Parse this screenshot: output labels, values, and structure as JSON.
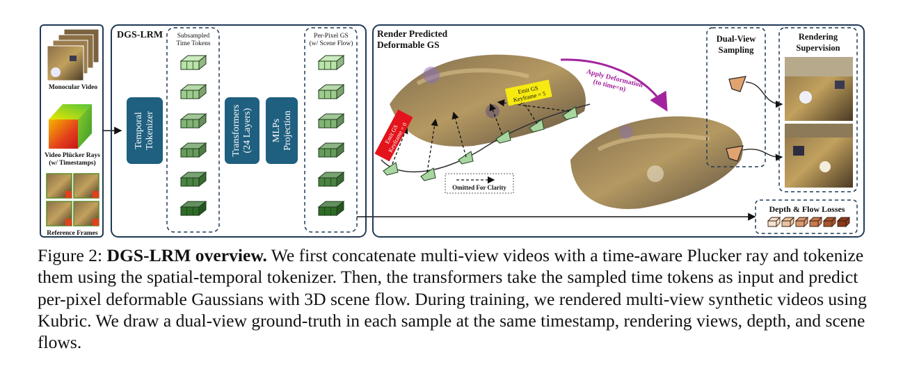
{
  "figure": {
    "input_panel": {
      "monocular_video_label": "Monocular Video",
      "plucker_label_line1": "Video Plücker Rays",
      "plucker_label_line2": "(w/ Timestamps)",
      "reference_frames_label": "Reference Frames"
    },
    "dgs_lrm_panel": {
      "title": "DGS-LRM",
      "subsampled_label_line1": "Subsampled",
      "subsampled_label_line2": "Time Tokens",
      "tokenizer_line1": "Temporal",
      "tokenizer_line2": "Tokenizer",
      "transformer_line1": "Transformers",
      "transformer_line2": "(24 Layers)",
      "mlp_line1": "MLPs",
      "mlp_line2": "Projection",
      "per_pixel_label_line1": "Per-Pixel GS",
      "per_pixel_label_line2": "(w/ Scene Flow)"
    },
    "render_panel": {
      "title_line1": "Render Predicted",
      "title_line2": "Deformable GS",
      "apply_deformation_line1": "Apply Deformation",
      "apply_deformation_line2": "(to time=n)",
      "emit_yellow_line1": "Emit GS",
      "emit_yellow_line2": "Keyframe = 5",
      "emit_red_line1": "Emit GS",
      "emit_red_line2": "Keyframe = 0",
      "omitted_label": "Omitted For Clarity",
      "dual_view_line1": "Dual-View",
      "dual_view_line2": "Sampling",
      "rendering_line1": "Rendering",
      "rendering_line2": "Supervision",
      "losses_label": "Depth & Flow Losses"
    },
    "colors": {
      "panel_border": "#1f3a56",
      "process_box": "#1f5f7f",
      "token_light": "#b9e3a8",
      "token_dark": "#2e6b28",
      "deformation_arrow": "#a3239e",
      "emit_red": "#e3141b",
      "emit_yellow": "#f7ea10"
    }
  },
  "caption": {
    "prefix": "Figure 2: ",
    "bold": "DGS-LRM overview.",
    "body": " We first concatenate multi-view videos with a time-aware Plucker ray and tokenize them using the spatial-temporal tokenizer. Then, the transformers take the sampled time tokens as input and predict per-pixel deformable Gaussians with 3D scene flow. During training, we rendered multi-view synthetic videos using Kubric. We draw a dual-view ground-truth in each sample at the same timestamp, rendering views, depth, and scene flows."
  }
}
